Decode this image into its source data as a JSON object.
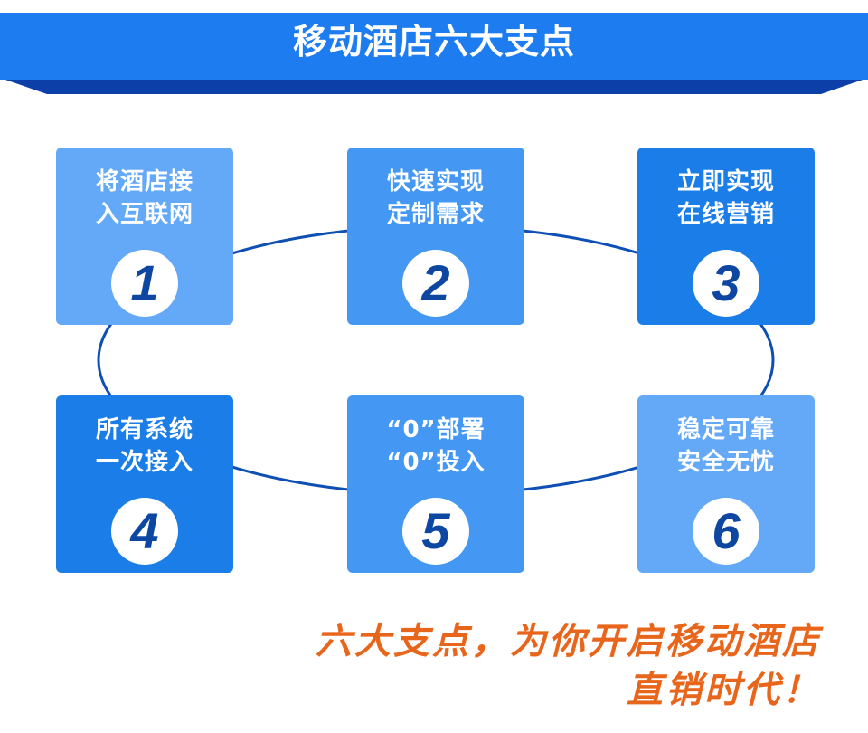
{
  "banner": {
    "title": "移动酒店六大支点"
  },
  "cards": [
    {
      "line1": "将酒店接",
      "line2": "入互联网",
      "number": "1",
      "color": "#64a9f7"
    },
    {
      "line1": "快速实现",
      "line2": "定制需求",
      "number": "2",
      "color": "#4498f4"
    },
    {
      "line1": "立即实现",
      "line2": "在线营销",
      "number": "3",
      "color": "#1a7de8"
    },
    {
      "line1": "所有系统",
      "line2": "一次接入",
      "number": "4",
      "color": "#1a7de8"
    },
    {
      "line1": "“0”部署",
      "line2": "“0”投入",
      "number": "5",
      "color": "#4498f4"
    },
    {
      "line1": "稳定可靠",
      "line2": "安全无忧",
      "number": "6",
      "color": "#64a9f7"
    }
  ],
  "slogan": {
    "line1": "六大支点，为你开启移动酒店",
    "line2": "直销时代！",
    "color": "#e8661b"
  },
  "colors": {
    "banner": "#1d7cf0",
    "banner_shadow": "#0d3fa8",
    "ring": "#0e4fb4",
    "number": "#0d47a1"
  }
}
